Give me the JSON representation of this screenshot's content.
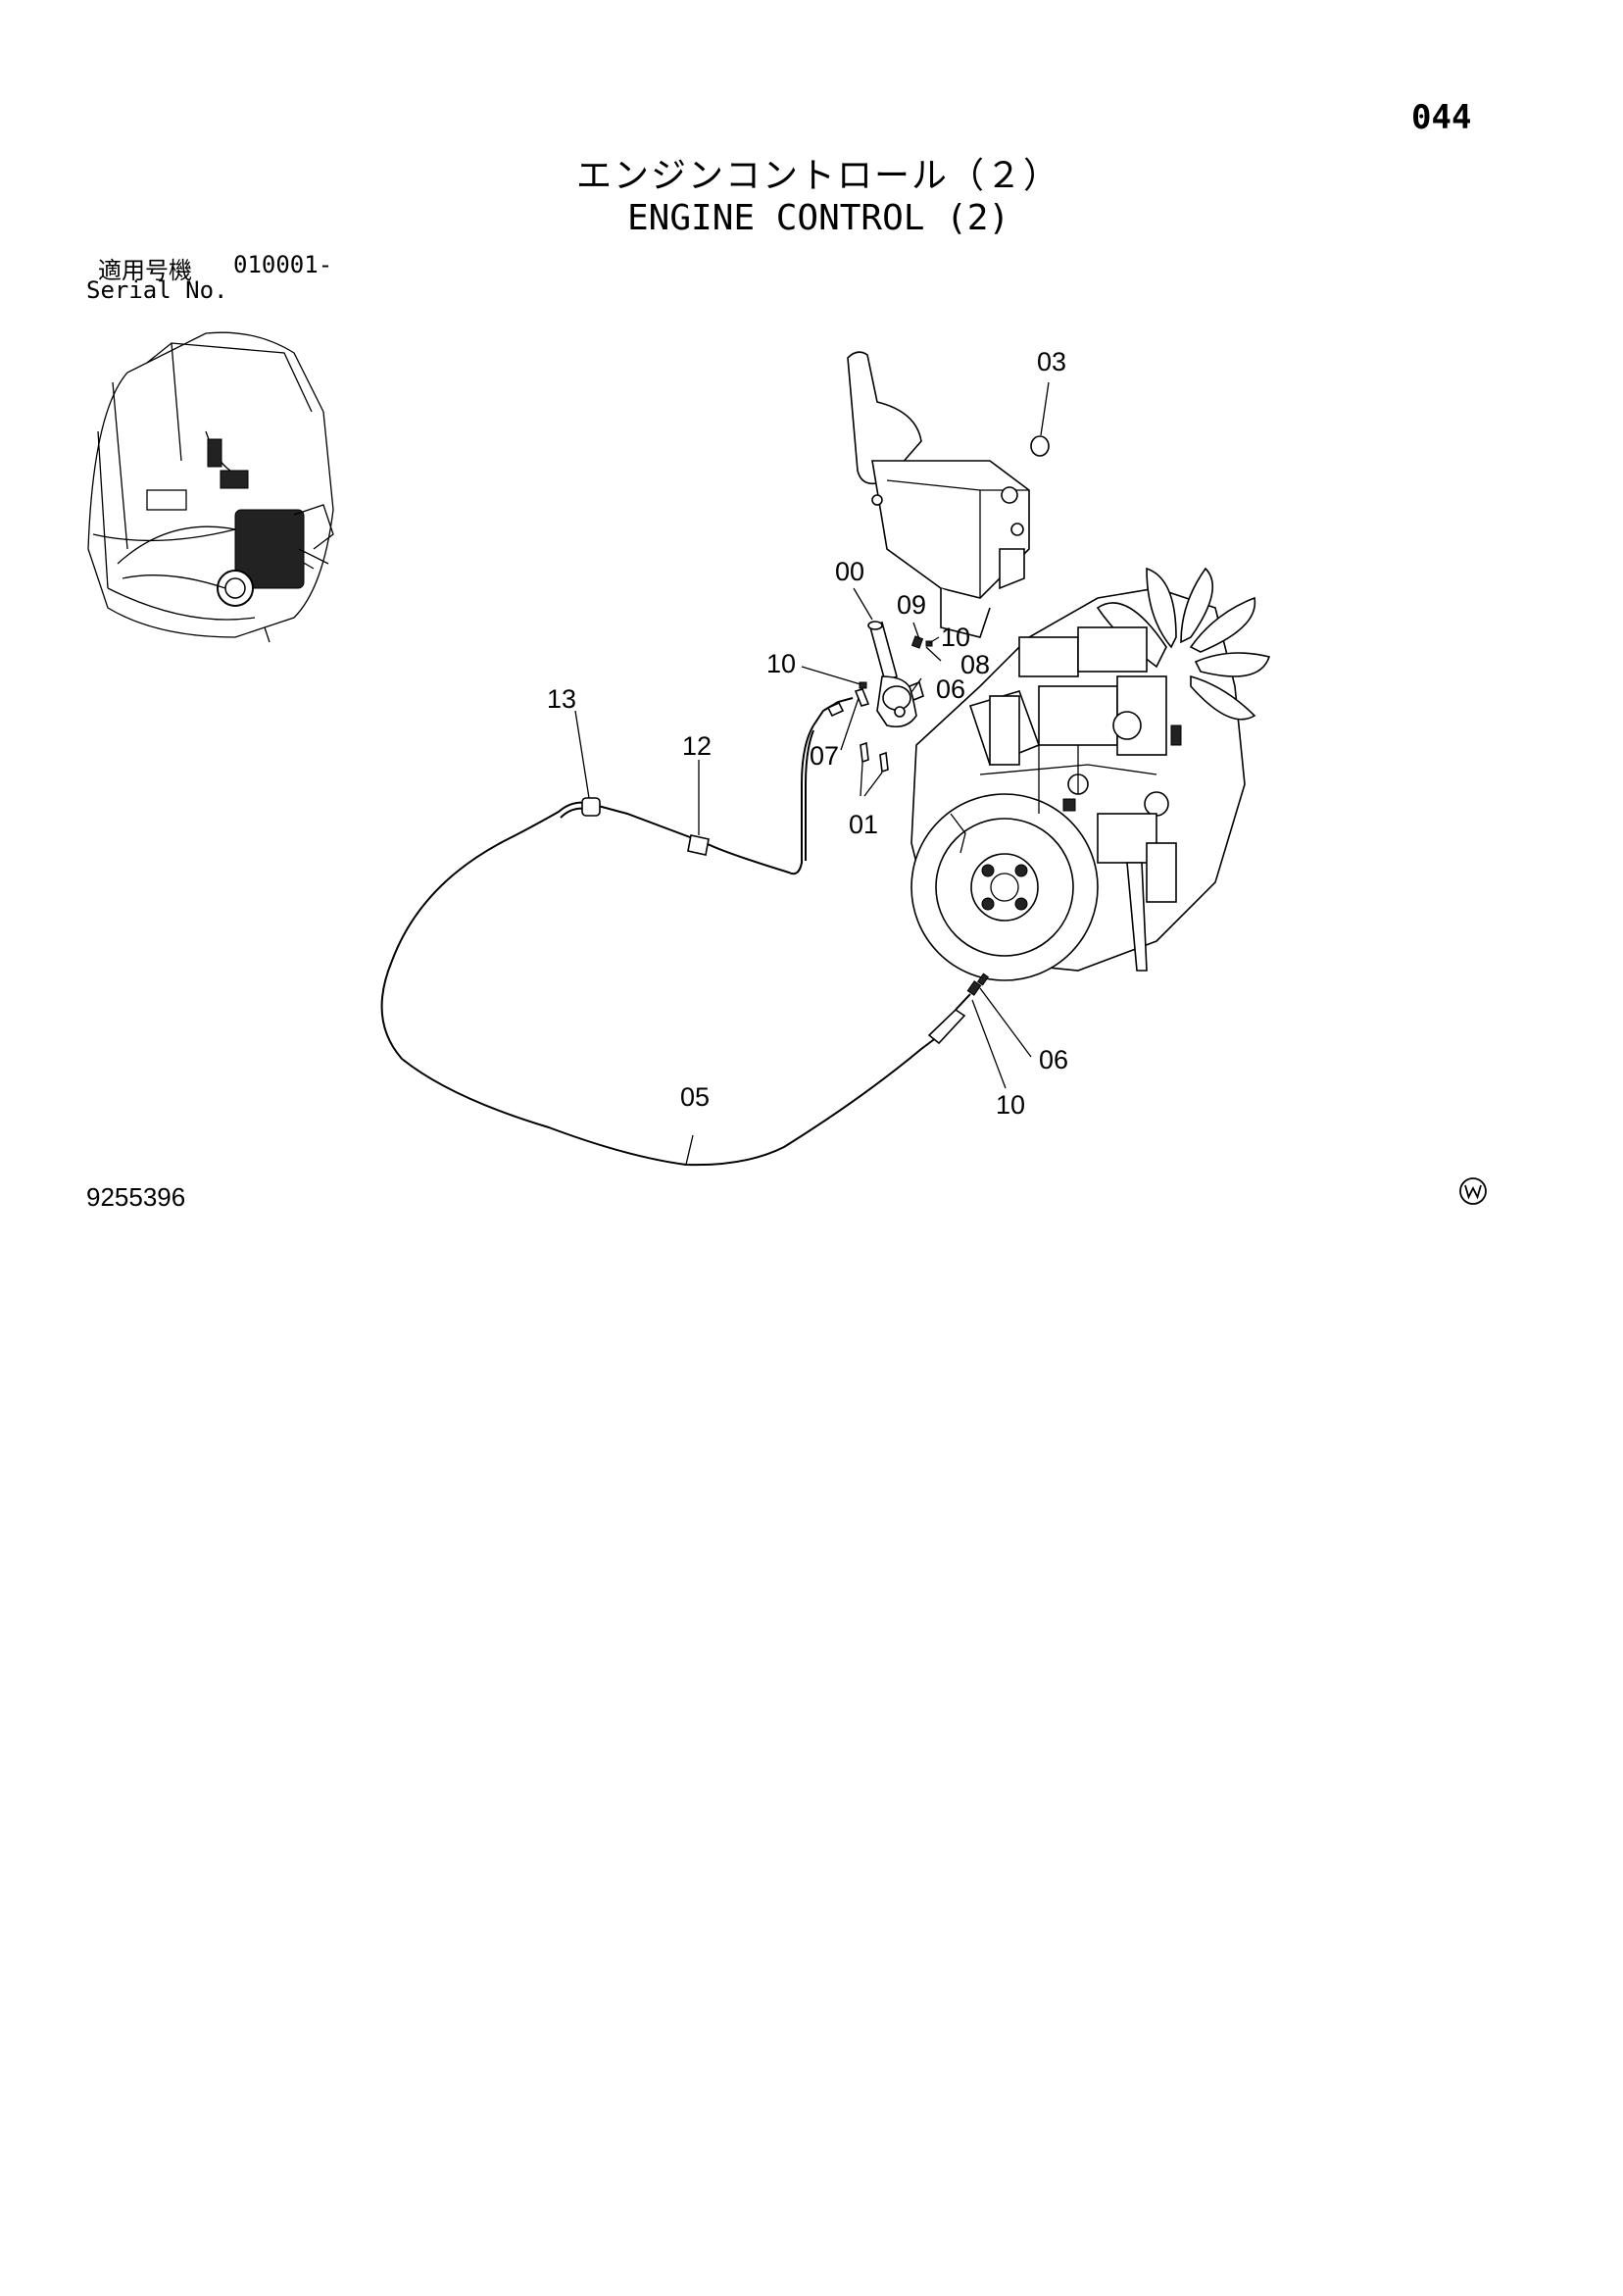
{
  "page": {
    "number": "044",
    "title_ja": "エンジンコントロール（２）",
    "title_en": "ENGINE CONTROL (2)",
    "serial_label_ja": "適用号機",
    "serial_range": "010001-",
    "serial_label_en": "Serial No.",
    "drawing_number": "9255396"
  },
  "callouts": {
    "c00": "00",
    "c01": "01",
    "c03": "03",
    "c05": "05",
    "c06a": "06",
    "c06b": "06",
    "c07": "07",
    "c08": "08",
    "c09": "09",
    "c10a": "10",
    "c10b": "10",
    "c10c": "10",
    "c12": "12",
    "c13": "13"
  },
  "icons": {
    "corner_mark": "circled-w-icon",
    "overview": "excavator-cab-overview-icon",
    "engine": "engine-assembly-icon",
    "control_lever": "control-lever-icon"
  }
}
